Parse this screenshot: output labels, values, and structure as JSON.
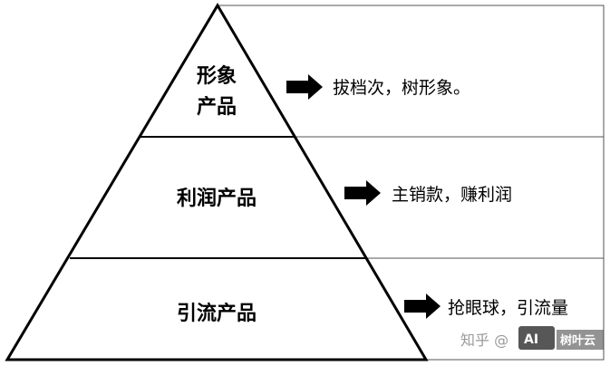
{
  "pyramid": {
    "tiers": [
      {
        "label_line1": "形象",
        "label_line2": "产品",
        "description": "拔档次，树形象。"
      },
      {
        "label": "利润产品",
        "description": "主销款，赚利润"
      },
      {
        "label": "引流产品",
        "description": "抢眼球，引流量"
      }
    ]
  },
  "watermark": {
    "site": "知乎 @",
    "logo_text": "AI",
    "brand": "树叶云"
  },
  "colors": {
    "line": "#000000",
    "border": "#555555",
    "arrow": "#000000",
    "watermark_box": "#3a3a3a"
  }
}
